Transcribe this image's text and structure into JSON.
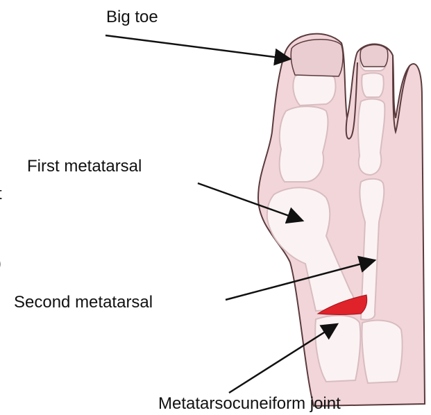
{
  "labels": {
    "big_toe": "Big toe",
    "first_metatarsal": "First metatarsal",
    "second_metatarsal": "Second metatarsal",
    "joint": "Metatarsocuneiform joint",
    "cut_letter": "t",
    "cut_paren": ")"
  },
  "colors": {
    "skin": "#f1d5d8",
    "skin_outline": "#5a3a3d",
    "bone": "#fbf2f3",
    "bone_outline": "#d8bcc0",
    "nail": "#e9cdd0",
    "joint_red": "#e0222a",
    "arrow": "#111111"
  }
}
